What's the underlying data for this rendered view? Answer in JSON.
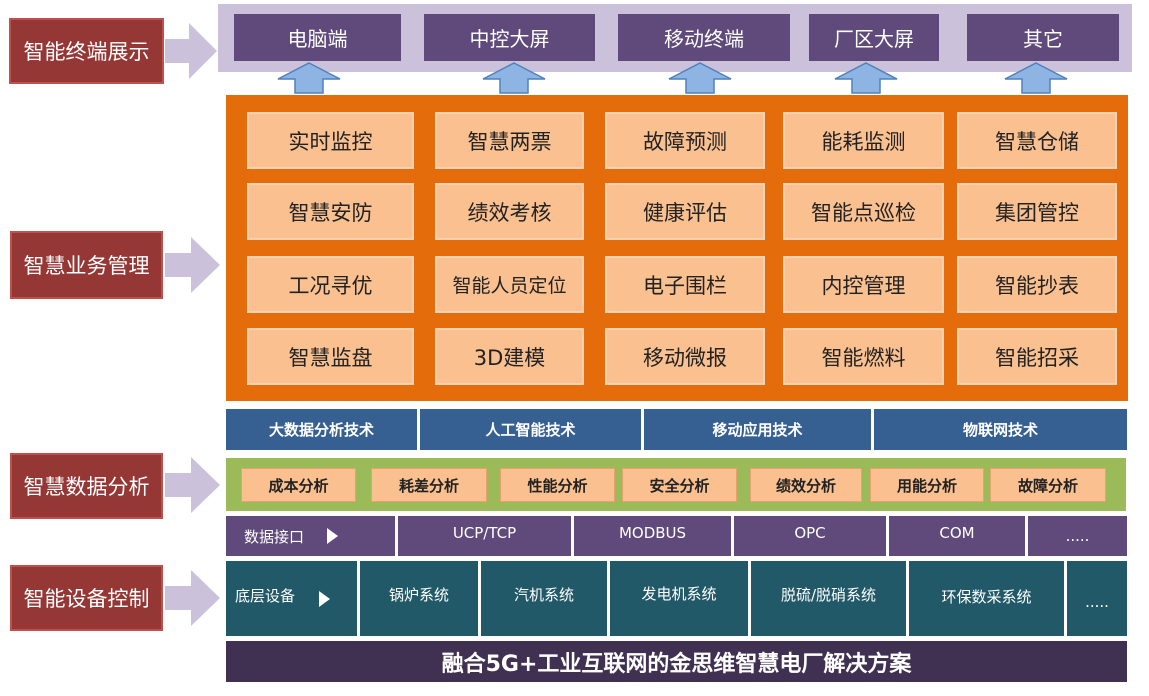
{
  "left_labels": {
    "terminal": "智能终端展示",
    "business": "智慧业务管理",
    "data": "智慧数据分析",
    "device": "智能设备控制"
  },
  "terminals": [
    "电脑端",
    "中控大屏",
    "移动终端",
    "厂区大屏",
    "其它"
  ],
  "business": [
    [
      "实时监控",
      "智慧两票",
      "故障预测",
      "能耗监测",
      "智慧仓储"
    ],
    [
      "智慧安防",
      "绩效考核",
      "健康评估",
      "智能点巡检",
      "集团管控"
    ],
    [
      "工况寻优",
      "智能人员定位",
      "电子围栏",
      "内控管理",
      "智能抄表"
    ],
    [
      "智慧监盘",
      "3D建模",
      "移动微报",
      "智能燃料",
      "智能招采"
    ]
  ],
  "tech": [
    "大数据分析技术",
    "人工智能技术",
    "移动应用技术",
    "物联网技术"
  ],
  "analysis": [
    "成本分析",
    "耗差分析",
    "性能分析",
    "安全分析",
    "绩效分析",
    "用能分析",
    "故障分析"
  ],
  "interface": {
    "label": "数据接口",
    "items": [
      "UCP/TCP",
      "MODBUS",
      "OPC",
      "COM",
      "....."
    ]
  },
  "devices": {
    "label": "底层设备",
    "items": [
      "锅炉系统",
      "汽机系统",
      "发电机系统",
      "脱硫/脱硝系统",
      "环保数采系统",
      "....."
    ]
  },
  "footer": "融合5G+工业互联网的金思维智慧电厂解决方案",
  "colors": {
    "left_label_bg": "#953735",
    "terminal_band": "#ccc1da",
    "terminal_button": "#604a7b",
    "business_panel": "#e46c0a",
    "business_cell": "#fac090",
    "tech_bar": "#376092",
    "analysis_band": "#9bbb59",
    "interface_bar": "#604a7b",
    "device_bar": "#215968",
    "footer_bar": "#403152"
  }
}
